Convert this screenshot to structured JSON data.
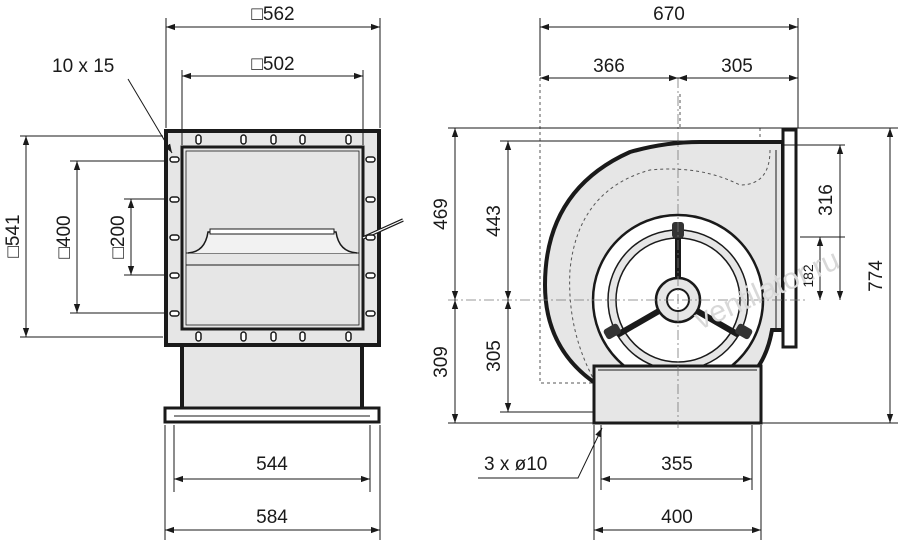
{
  "front_view": {
    "overall_width_square": "□562",
    "inlet_width_square": "□502",
    "hole_spec": "10 x 15",
    "height_square_outer": "□541",
    "height_square_inner": "□400",
    "height_square_small": "□200",
    "base_inner_width": "544",
    "base_outer_width": "584"
  },
  "side_view": {
    "overall_length": "670",
    "left_segment": "366",
    "right_segment": "305",
    "upper_height": "469",
    "upper_outlet_height": "443",
    "lower_height": "309",
    "lower_outlet_height": "305",
    "outlet_flange_height": "316",
    "outlet_offset": "182",
    "total_height": "774",
    "mount_holes": "3 x ø10",
    "base_inner_width": "355",
    "base_outer_width": "400"
  },
  "watermark": "ventilator.ru"
}
